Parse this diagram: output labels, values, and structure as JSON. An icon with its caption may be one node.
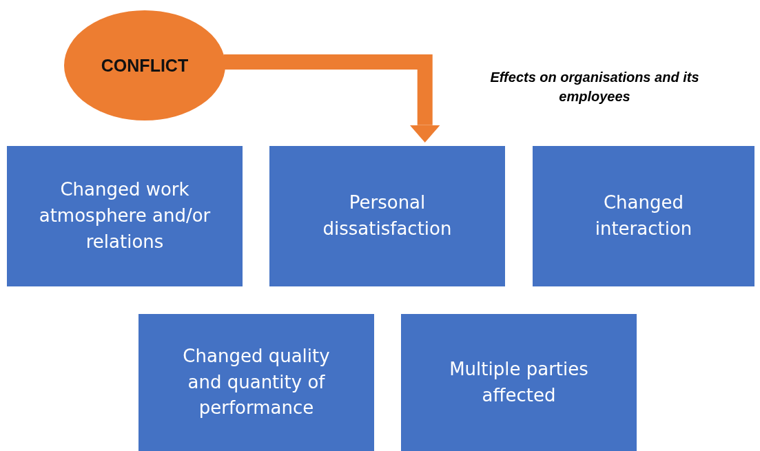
{
  "diagram": {
    "nodes": [
      {
        "text": [
          "CONFLICT"
        ]
      },
      {
        "text": [
          "Changed work atmosphere and/or relations"
        ]
      },
      {
        "text": [
          "Personal dissatisfaction"
        ]
      },
      {
        "text": [
          "Changed interaction"
        ]
      },
      {
        "text": [
          "Changed quality and quantity of performance"
        ]
      },
      {
        "text": [
          "Multiple parties affected"
        ]
      }
    ],
    "edges": [
      {
        "from": 0,
        "to": 2,
        "arrow": "to"
      }
    ],
    "labels": [
      "Effects on organisations and its employees"
    ]
  }
}
